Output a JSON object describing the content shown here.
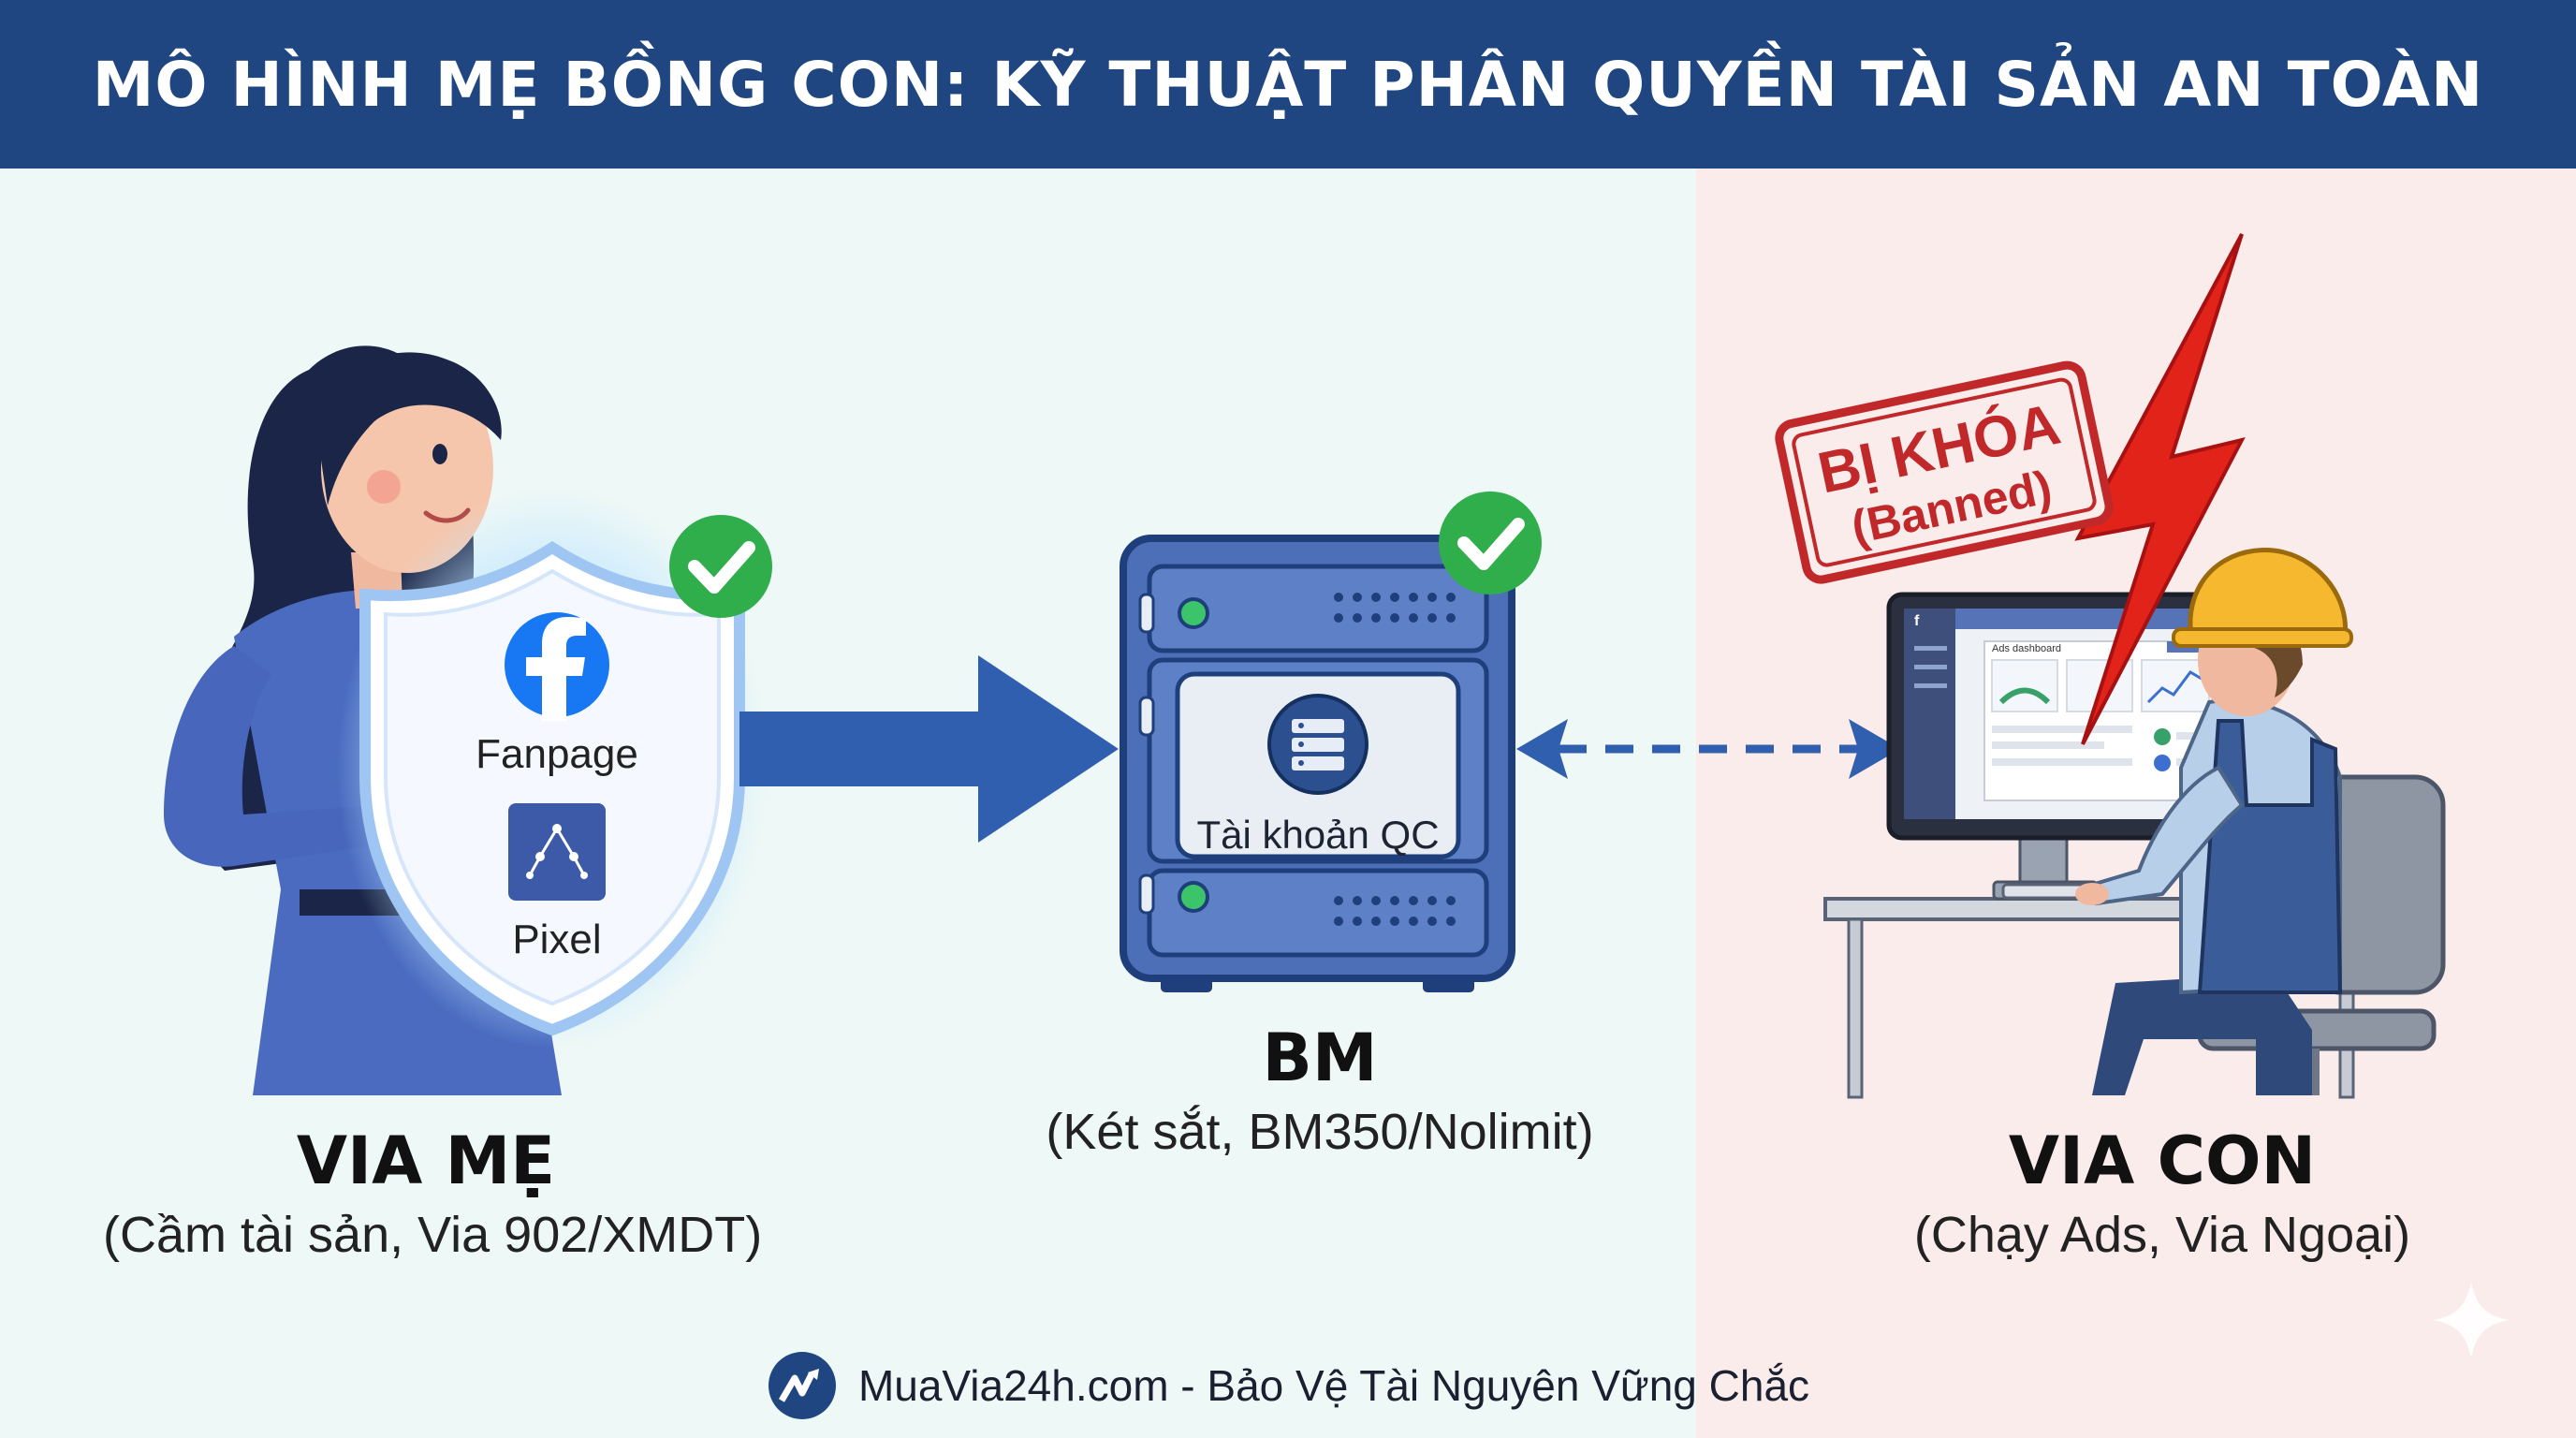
{
  "header": {
    "title": "MÔ HÌNH MẸ BỒNG CON: KỸ THUẬT PHÂN QUYỀN TÀI SẢN AN TOÀN"
  },
  "via_me": {
    "title": "VIA MẸ",
    "subtitle": "(Cầm tài sản, Via 902/XMDT)",
    "shield_items": [
      "Fanpage",
      "Pixel"
    ],
    "status": "verified"
  },
  "bm": {
    "title": "BM",
    "subtitle": "(Két sắt, BM350/Nolimit)",
    "inner_label": "Tài khoản QC",
    "status": "verified"
  },
  "via_con": {
    "title": "VIA CON",
    "subtitle": "(Chạy Ads, Via Ngoại)",
    "stamp_line1": "BỊ KHÓA",
    "stamp_line2": "(Banned)",
    "monitor_title": "Ads dashboard"
  },
  "footer": {
    "text": "MuaVia24h.com - Bảo Vệ Tài Nguyên Vững Chắc"
  },
  "colors": {
    "header_bg": "#1f4680",
    "safe_zone": "#eef8f6",
    "danger_zone": "#fbecec",
    "arrow": "#2f5fae",
    "check": "#2fae4b",
    "danger": "#d42a2a"
  }
}
